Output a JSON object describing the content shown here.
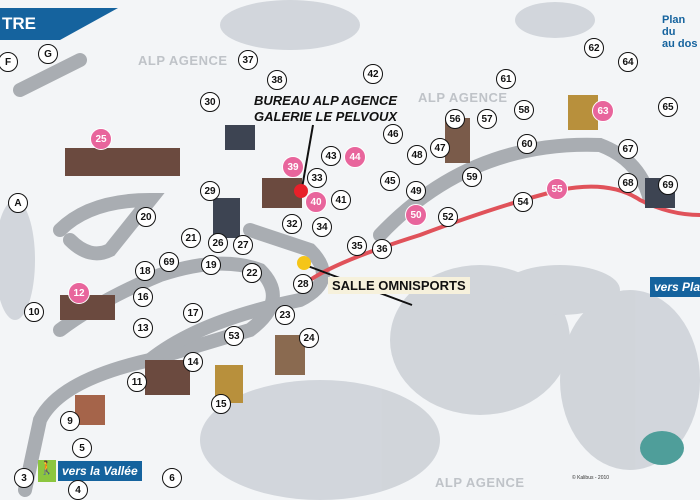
{
  "banner": {
    "title": "TRE",
    "color": "#15639e"
  },
  "top_note": [
    "Plan du",
    "au dos"
  ],
  "watermarks": [
    "ALP AGENCE",
    "ALP AGENCE",
    "ALP AGENCE"
  ],
  "callouts": {
    "bureau": [
      "BUREAU ALP AGENCE",
      "GALERIE LE PELVOUX"
    ],
    "salle": "SALLE OMNISPORTS"
  },
  "signs": {
    "vallee": "vers la Vallée",
    "plateau": "vers Pla"
  },
  "copyright": "© Kalibus - 2010",
  "markers": [
    "F",
    "G",
    "A",
    "25",
    "37",
    "38",
    "30",
    "39",
    "43",
    "44",
    "33",
    "40",
    "41",
    "29",
    "20",
    "21",
    "26",
    "27",
    "32",
    "34",
    "42",
    "61",
    "62",
    "64",
    "58",
    "56",
    "57",
    "63",
    "65",
    "46",
    "48",
    "47",
    "60",
    "67",
    "45",
    "59",
    "55",
    "68",
    "69",
    "49",
    "50",
    "52",
    "54",
    "35",
    "36",
    "18",
    "69",
    "19",
    "22",
    "28",
    "12",
    "10",
    "16",
    "13",
    "17",
    "23",
    "53",
    "24",
    "14",
    "11",
    "15",
    "9",
    "5",
    "3",
    "4",
    "6"
  ],
  "colors": {
    "pink_marker": "#e8659c",
    "red_point": "#e8202a",
    "yellow_point": "#f5c518",
    "route": "#e0525a",
    "road": "#a9adb2"
  }
}
